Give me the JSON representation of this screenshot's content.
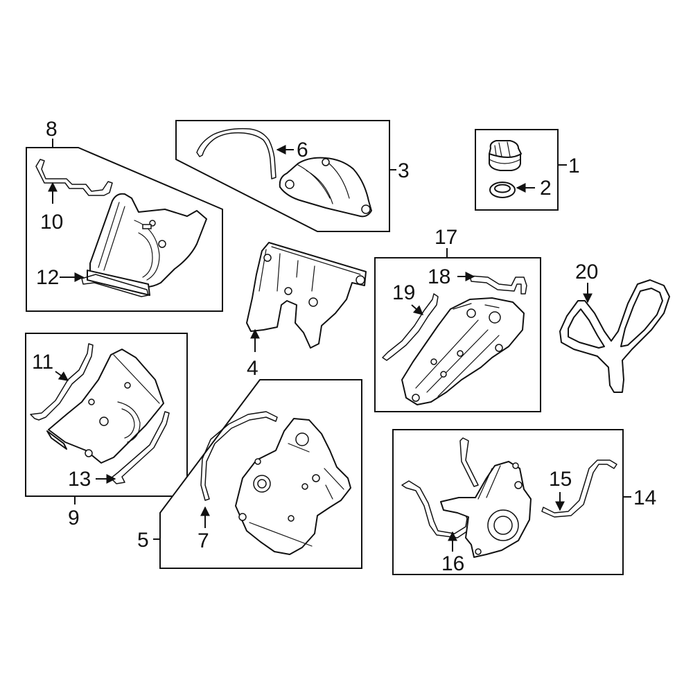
{
  "highlight_color": "#3a47b8",
  "callouts": {
    "c1": "1",
    "c2": "2",
    "c3": "3",
    "c4": "4",
    "c5": "5",
    "c6": "6",
    "c7": "7",
    "c8": "8",
    "c9": "9",
    "c10": "10",
    "c11": "11",
    "c12": "12",
    "c13": "13",
    "c14": "14",
    "c15": "15",
    "c16": "16",
    "c17": "17",
    "c18": "18",
    "c19": "19",
    "c20": "20"
  },
  "parts": [
    {
      "id": "1",
      "icon": "oil-filler-cap-icon",
      "highlighted": true
    },
    {
      "id": "2",
      "icon": "o-ring-seal-icon"
    },
    {
      "id": "4",
      "icon": "timing-cover-icon"
    },
    {
      "id": "6",
      "icon": "gasket-icon"
    },
    {
      "id": "7",
      "icon": "gasket-icon"
    },
    {
      "id": "10",
      "icon": "gasket-icon"
    },
    {
      "id": "11",
      "icon": "gasket-icon"
    },
    {
      "id": "12",
      "icon": "seal-strip-icon"
    },
    {
      "id": "13",
      "icon": "seal-strip-icon"
    },
    {
      "id": "15",
      "icon": "gasket-icon"
    },
    {
      "id": "16",
      "icon": "gasket-icon"
    },
    {
      "id": "18",
      "icon": "gasket-icon"
    },
    {
      "id": "19",
      "icon": "gasket-icon"
    },
    {
      "id": "20",
      "icon": "serpentine-belt-icon"
    }
  ]
}
